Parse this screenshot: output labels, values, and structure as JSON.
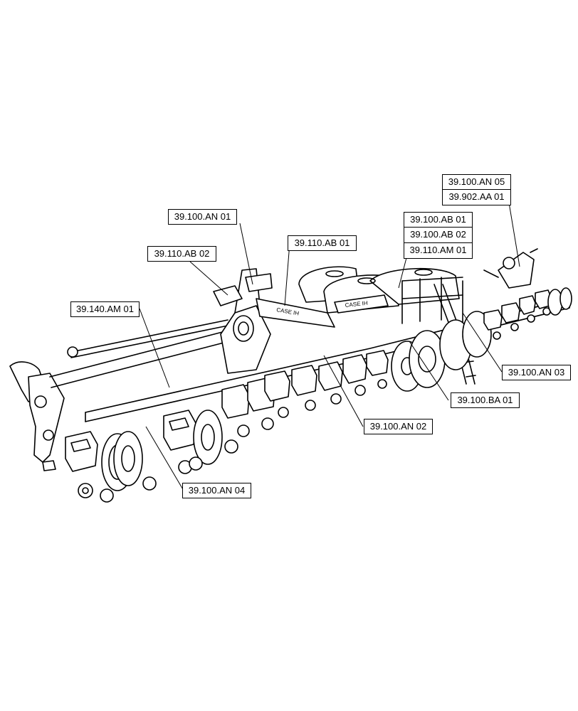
{
  "callouts": {
    "c_an05": "39.100.AN 05",
    "c_aa01": "39.902.AA 01",
    "c_an01": "39.100.AN 01",
    "c_ab01": "39.100.AB 01",
    "c_ab02b": "39.100.AB 02",
    "c_am01b": "39.110.AM 01",
    "c_110ab01": "39.110.AB 01",
    "c_110ab02": "39.110.AB 02",
    "c_140am01": "39.140.AM 01",
    "c_an03": "39.100.AN 03",
    "c_ba01": "39.100.BA 01",
    "c_an02": "39.100.AN 02",
    "c_an04": "39.100.AN 04"
  },
  "logo_text": [
    "CASE IH",
    "CASE IH"
  ],
  "colors": {
    "line": "#000000",
    "background": "#ffffff"
  }
}
